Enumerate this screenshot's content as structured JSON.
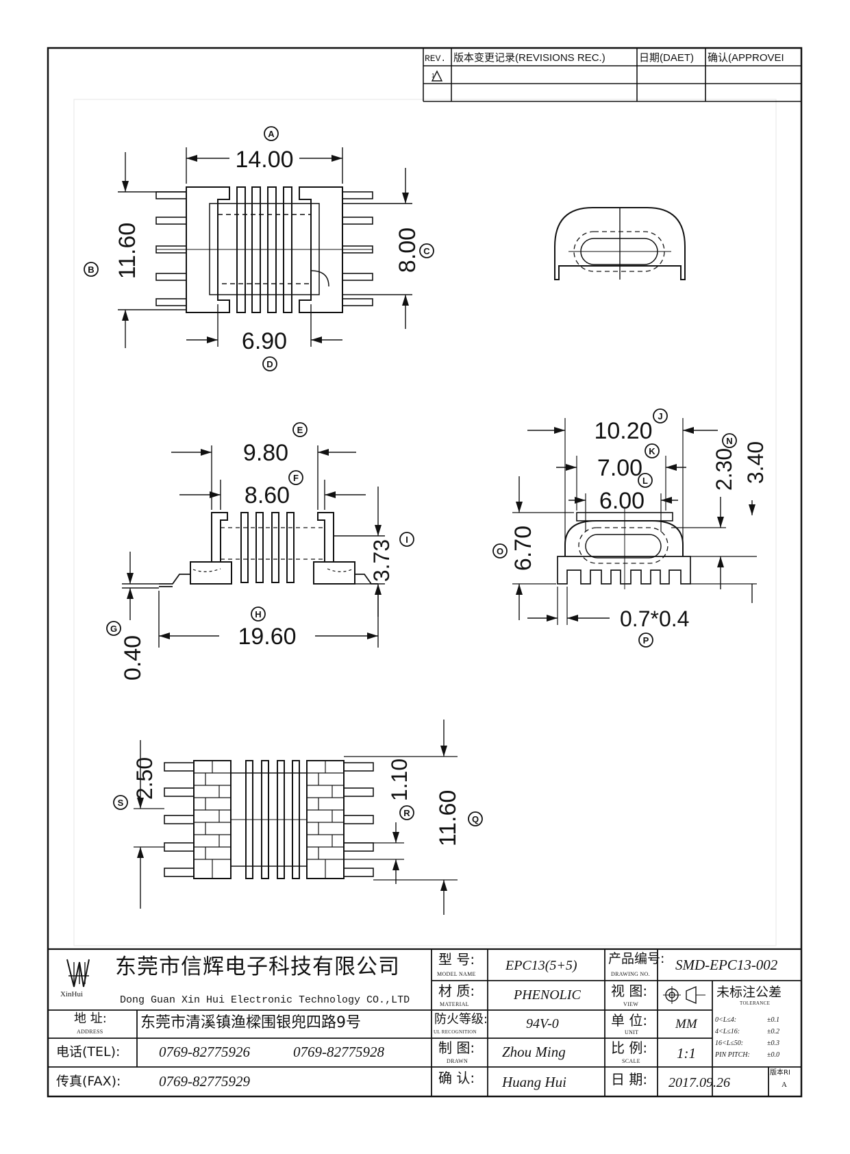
{
  "revision_table": {
    "rev_label": "REV.",
    "rec_label": "版本变更记录(REVISIONS REC.)",
    "date_label": "日期(DAET)",
    "approve_label": "确认(APPROVEI",
    "rev_symbol": "1"
  },
  "callouts": {
    "A": "A",
    "B": "B",
    "C": "C",
    "D": "D",
    "E": "E",
    "F": "F",
    "G": "G",
    "H": "H",
    "I": "I",
    "J": "J",
    "K": "K",
    "L": "L",
    "N": "N",
    "O": "O",
    "P": "P",
    "Q": "Q",
    "R": "R",
    "S": "S"
  },
  "dimensions": {
    "A": "14.00",
    "B": "11.60",
    "C": "8.00",
    "D": "6.90",
    "E": "9.80",
    "F": "8.60",
    "G": "0.40",
    "H": "19.60",
    "I": "3.73",
    "J": "10.20",
    "K": "7.00",
    "L": "6.00",
    "N": "2.30",
    "M": "3.40",
    "O": "6.70",
    "P": "0.7*0.4",
    "Q": "11.60",
    "R": "1.10",
    "S": "2.50"
  },
  "title_block": {
    "logo_text": "XinHui",
    "company_cn": "东莞市信辉电子科技有限公司",
    "company_en": "Dong Guan Xin Hui Electronic Technology CO.,LTD",
    "address_label": "地  址:",
    "address_label_en": "ADDRESS",
    "address": "东莞市清溪镇渔樑围银兜四路9号",
    "tel_label": "电话(TEL):",
    "tel1": "0769-82775926",
    "tel2": "0769-82775928",
    "fax_label": "传真(FAX):",
    "fax": "0769-82775929",
    "model_label": "型  号:",
    "model_label_en": "MODEL NAME",
    "model": "EPC13(5+5)",
    "material_label": "材  质:",
    "material_label_en": "MATERIAL",
    "material": "PHENOLIC",
    "ul_label": "防火等级:",
    "ul_label_en": "UL RECOGNITION",
    "ul": "94V-0",
    "drawn_label": "制  图:",
    "drawn_label_en": "DRAWN",
    "drawn": "Zhou Ming",
    "check_label": "确  认:",
    "check": "Huang Hui",
    "drawing_no_label": "产品编号:",
    "drawing_no_label_en": "DRAWING NO.",
    "drawing_no": "SMD-EPC13-002",
    "view_label": "视  图:",
    "view_label_en": "VIEW",
    "unit_label": "单  位:",
    "unit_label_en": "UNIT",
    "unit": "MM",
    "scale_label": "比  例:",
    "scale_label_en": "SCALE",
    "scale": "1:1",
    "date_label": "日  期:",
    "date": "2017.09.26",
    "tol_label": "未标注公差",
    "tol_label_en": "TOLERANCE",
    "tol_rows": [
      {
        "range": "0<L≤4:",
        "value": "±0.1"
      },
      {
        "range": "4<L≤16:",
        "value": "±0.2"
      },
      {
        "range": "16<L≤50:",
        "value": "±0.3"
      },
      {
        "range": "PIN PITCH:",
        "value": "±0.0"
      }
    ],
    "rev_label": "版本RI",
    "rev_value": "A"
  }
}
